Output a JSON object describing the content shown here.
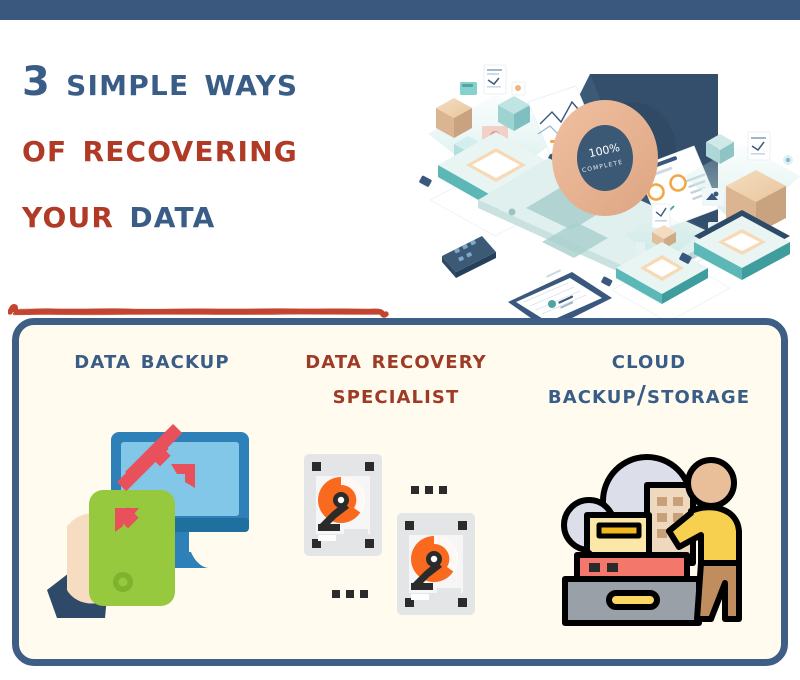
{
  "theme": {
    "navy": "#3a577d",
    "title_blue": "#3a5d87",
    "title_red": "#b03a26",
    "heading_red": "#9e3a26",
    "panel_bg": "#fffcef",
    "panel_border": "#3f5e85",
    "page_bg": "#ffffff",
    "underline_red": "#c4452f"
  },
  "header": {
    "title_lines": [
      {
        "segments": [
          {
            "text": "3 Simple Ways",
            "color": "blue"
          }
        ]
      },
      {
        "segments": [
          {
            "text": "of Recovering",
            "color": "red"
          }
        ]
      },
      {
        "segments": [
          {
            "text": "Your ",
            "color": "red"
          },
          {
            "text": "Data",
            "color": "blue"
          }
        ]
      }
    ],
    "title_line_1": "3 Simple Ways",
    "title_line_2": "of Recovering",
    "title_line_3_red": "Your",
    "title_line_3_blue": "Data",
    "underline": "brush-stroke-underline",
    "illustration": {
      "name": "isometric-data-recovery-illustration",
      "laptop_screen_label": "100%",
      "laptop_screen_sublabel": "COMPLETE",
      "elements": [
        "isometric-laptop",
        "progress-donut-chart",
        "floating-document-cards",
        "floating-data-cubes",
        "scanner-pad-left",
        "scanner-pad-right",
        "scanner-pad-center",
        "smartphone",
        "clipboard",
        "line-chart-card",
        "dashboard-report-card"
      ]
    }
  },
  "panel": {
    "columns": [
      {
        "id": "data-backup",
        "heading": "Data backup",
        "heading_color": "blue",
        "icon": "hand-holding-device-sync-monitor-icon",
        "icon_parts": [
          "desktop-monitor",
          "green-mobile-device",
          "hand",
          "sync-arrows"
        ]
      },
      {
        "id": "data-recovery-specialist",
        "heading": "Data recovery\nspecialist",
        "heading_color": "red",
        "icon": "hard-disk-drives-icon",
        "icon_parts": [
          "hard-drive-1",
          "hard-drive-2",
          "ellipsis-dots-top",
          "ellipsis-dots-bottom"
        ]
      },
      {
        "id": "cloud-backup-storage",
        "heading": "Cloud\nbackup/storage",
        "heading_color": "blue",
        "icon": "cloud-storage-person-icon",
        "icon_parts": [
          "cloud",
          "file-drawer",
          "office-building",
          "folder",
          "red-server",
          "person"
        ]
      }
    ]
  }
}
